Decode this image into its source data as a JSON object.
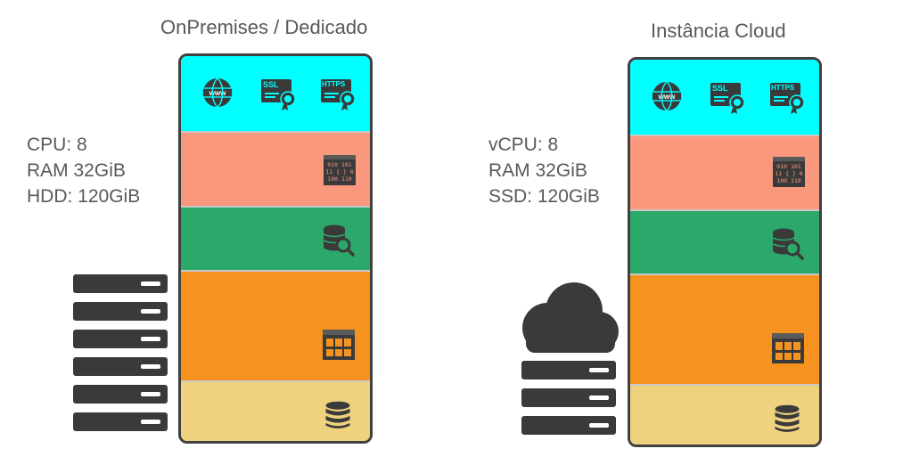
{
  "left": {
    "title": "OnPremises / Dedicado",
    "specs": [
      "CPU: 8",
      "RAM 32GiB",
      "HDD: 120GiB"
    ]
  },
  "right": {
    "title": "Instância Cloud",
    "specs": [
      "vCPU: 8",
      "RAM 32GiB",
      "SSD: 120GiB"
    ]
  },
  "layers": [
    {
      "name": "web",
      "color": "#00ffff",
      "icons": [
        "www-globe-icon",
        "ssl-certificate-icon",
        "https-certificate-icon"
      ]
    },
    {
      "name": "code",
      "color": "#f9987d",
      "icons": [
        "binary-code-icon"
      ]
    },
    {
      "name": "database",
      "color": "#2ca86a",
      "icons": [
        "database-search-icon"
      ]
    },
    {
      "name": "application",
      "color": "#f69320",
      "icons": [
        "app-window-icon"
      ]
    },
    {
      "name": "storage",
      "color": "#efd27d",
      "icons": [
        "storage-icon"
      ]
    }
  ],
  "icon_labels": {
    "www": "www",
    "ssl": "SSL",
    "https": "HTTPS"
  }
}
